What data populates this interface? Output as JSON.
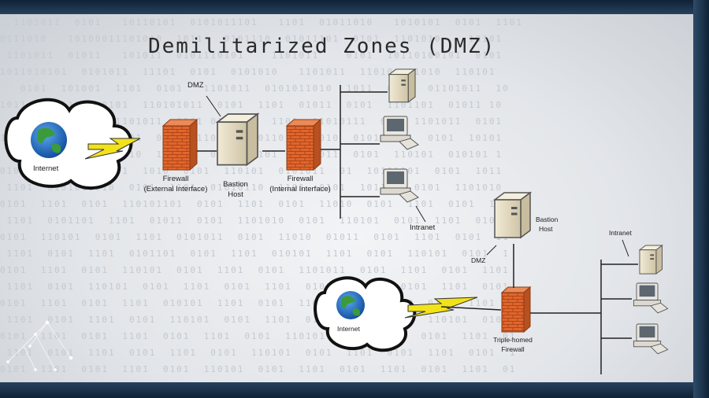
{
  "title": "Demilitarized Zones (DMZ)",
  "top_diagram": {
    "internet": "Internet",
    "firewall_external": "Firewall",
    "firewall_external_sub": "(External Interface)",
    "dmz": "DMZ",
    "bastion": "Bastion",
    "bastion_sub": "Host",
    "firewall_internal": "Firewall",
    "firewall_internal_sub": "(Internal Interface)",
    "intranet": "Intranet"
  },
  "bottom_diagram": {
    "internet": "Internet",
    "dmz": "DMZ",
    "bastion": "Bastion",
    "bastion_sub": "Host",
    "intranet": "Intranet",
    "firewall": "Triple-homed",
    "firewall_sub": "Firewall"
  },
  "colors": {
    "firewall": "#e0662c",
    "lightning": "#f2e21a",
    "frame": "#1d3147"
  }
}
